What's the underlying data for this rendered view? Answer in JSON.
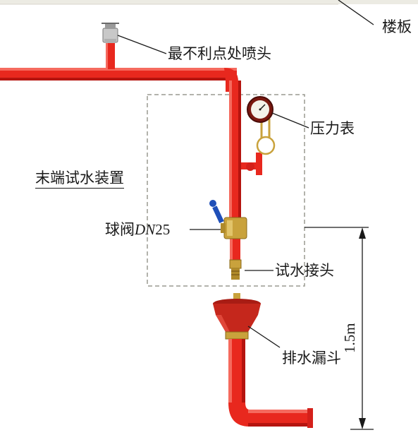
{
  "labels": {
    "floor_slab": "楼板",
    "most_unfavorable_sprinkler": "最不利点处喷头",
    "pressure_gauge": "压力表",
    "end_test_device": "末端试水装置",
    "ball_valve_prefix": "球阀",
    "ball_valve_dn": "DN",
    "ball_valve_size": "25",
    "test_connector": "试水接头",
    "drain_funnel": "排水漏斗",
    "height_dimension": "1.5m"
  },
  "colors": {
    "pipe": "#e8281e",
    "pipe_dark": "#b5140f",
    "funnel": "#c5271c",
    "brass": "#c9a23c",
    "valve_handle": "#1f4fb8",
    "dashed_box": "#9a9a90",
    "ink": "#1a1a1a"
  }
}
